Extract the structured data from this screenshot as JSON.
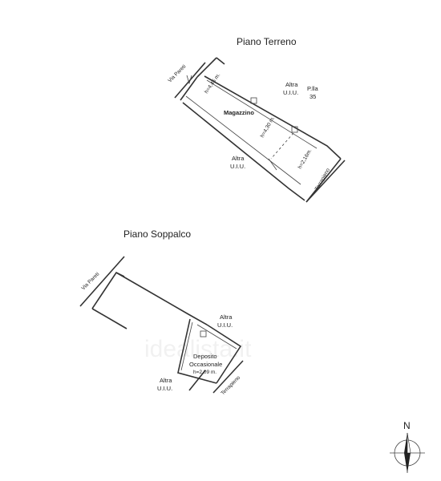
{
  "ground_floor": {
    "title": "Piano Terreno",
    "street_label": "Via Pareti",
    "room_label": "Magazzino",
    "height_1": "h=4,45 m.",
    "height_2": "h=4,30 m.",
    "height_3": "h=2,16m.",
    "other_unit_right_line1": "Altra",
    "other_unit_right_line2": "U.I.U.",
    "parcel_line1": "P.lla",
    "parcel_line2": "35",
    "other_unit_bottom_line1": "Altra",
    "other_unit_bottom_line2": "U.I.U.",
    "embankment_label": "Terrapieno"
  },
  "mezzanine": {
    "title": "Piano Soppalco",
    "street_label": "Via Pareti",
    "other_unit_top_line1": "Altra",
    "other_unit_top_line2": "U.I.U.",
    "room_label_line1": "Deposito",
    "room_label_line2": "Occasionale",
    "height": "h=2,09 m.",
    "other_unit_left_line1": "Altra",
    "other_unit_left_line2": "U.I.U.",
    "embankment_label": "Terrapieno"
  },
  "watermark": "idealista.it",
  "compass": {
    "north_label": "N",
    "icon": "north-arrow-icon"
  }
}
